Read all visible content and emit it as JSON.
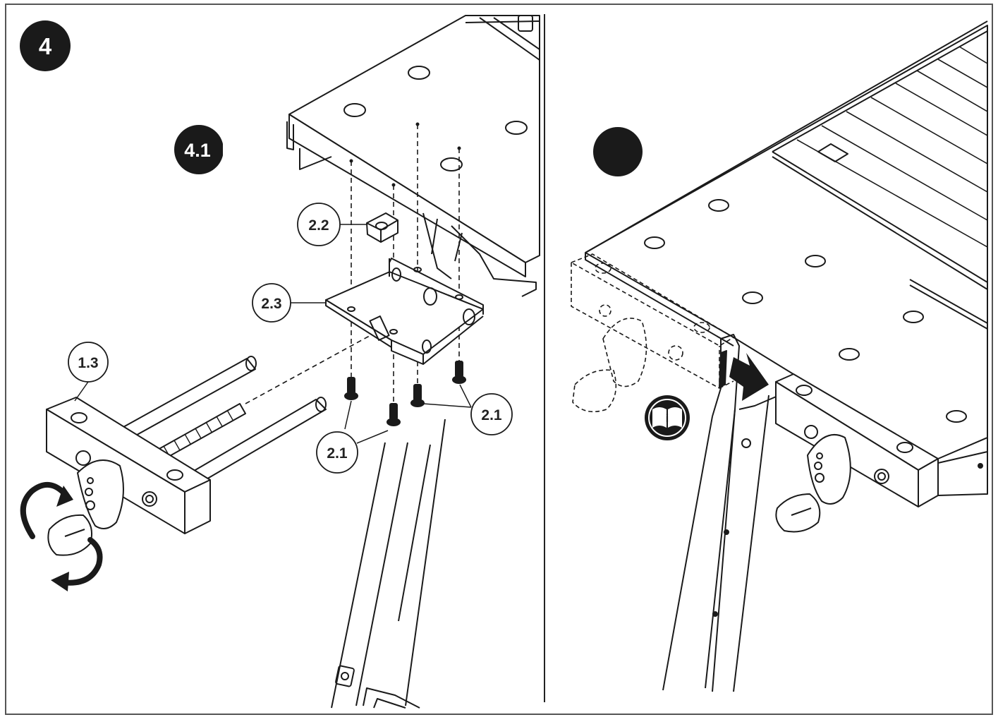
{
  "step": {
    "number": "4",
    "substep": "4.1",
    "substep_2": ""
  },
  "callouts": {
    "nut": "2.2",
    "bracket": "2.3",
    "vise_jaw": "1.3",
    "screws_right": "2.1",
    "screws_left": "2.1"
  },
  "icons": {
    "manual": "manual-info-icon"
  },
  "colors": {
    "ink": "#1a1a1a",
    "paper": "#ffffff",
    "frame": "#555555"
  }
}
